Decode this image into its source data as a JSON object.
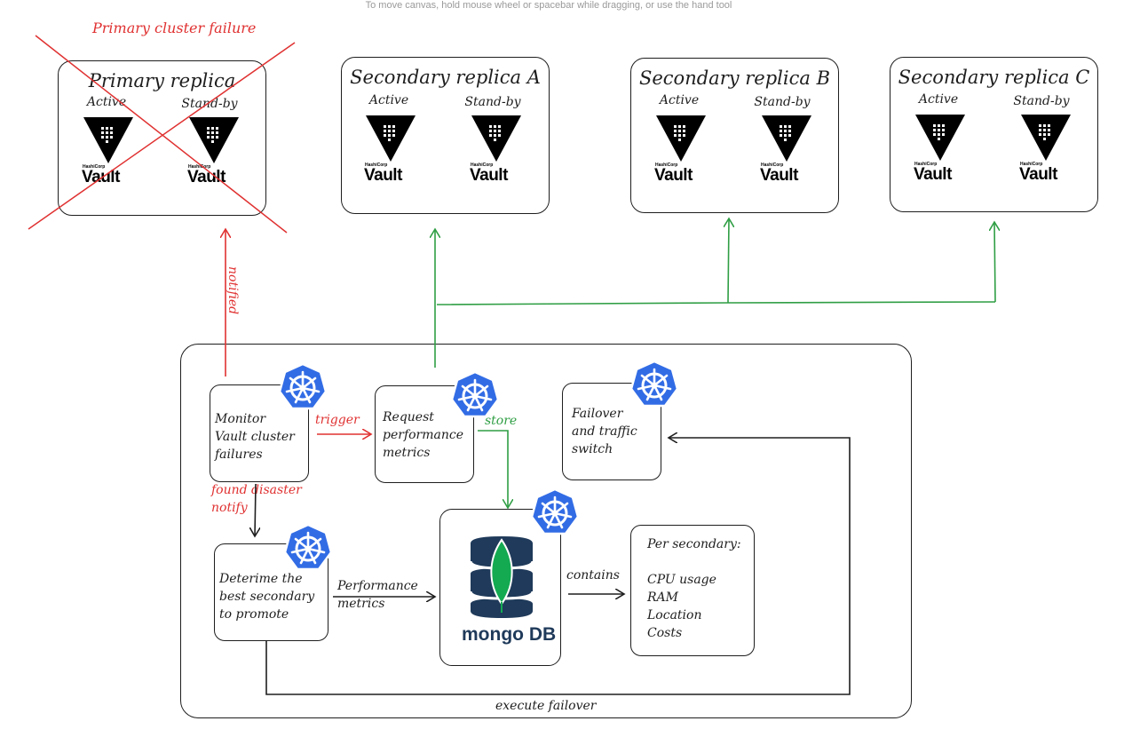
{
  "canvas_hint": "To move canvas, hold mouse wheel or spacebar while dragging, or use the hand tool",
  "primary_failure_label": "Primary cluster failure",
  "replicas": [
    {
      "title": "Primary replica",
      "active": "Active",
      "standby": "Stand-by",
      "failed": true
    },
    {
      "title": "Secondary replica A",
      "active": "Active",
      "standby": "Stand-by"
    },
    {
      "title": "Secondary replica B",
      "active": "Active",
      "standby": "Stand-by"
    },
    {
      "title": "Secondary replica C",
      "active": "Active",
      "standby": "Stand-by"
    }
  ],
  "vault_logo": {
    "vendor": "HashiCorp",
    "name": "Vault"
  },
  "nodes": {
    "monitor": "Monitor\nVault cluster\nfailures",
    "request": "Request\nperformance\nmetrics",
    "failover": "Failover\nand traffic\nswitch",
    "determine": "Deterime the\nbest secondary\nto promote",
    "mongo_logo": "mongo DB",
    "per_secondary": "Per secondary:\n\nCPU usage\nRAM\nLocation\nCosts"
  },
  "edge_labels": {
    "notified": "notified",
    "trigger": "trigger",
    "store": "store",
    "found_disaster": "found disaster\nnotify",
    "performance_metrics": "Performance\nmetrics",
    "contains": "contains",
    "execute_failover": "execute failover"
  },
  "colors": {
    "red": "#e03131",
    "green": "#2f9e44",
    "k8s_blue": "#326ce5",
    "mongo_navy": "#1f3a5a",
    "mongo_leaf": "#13aa52"
  },
  "icons": [
    "kubernetes-icon",
    "vault-logo-icon",
    "mongodb-logo-icon"
  ]
}
